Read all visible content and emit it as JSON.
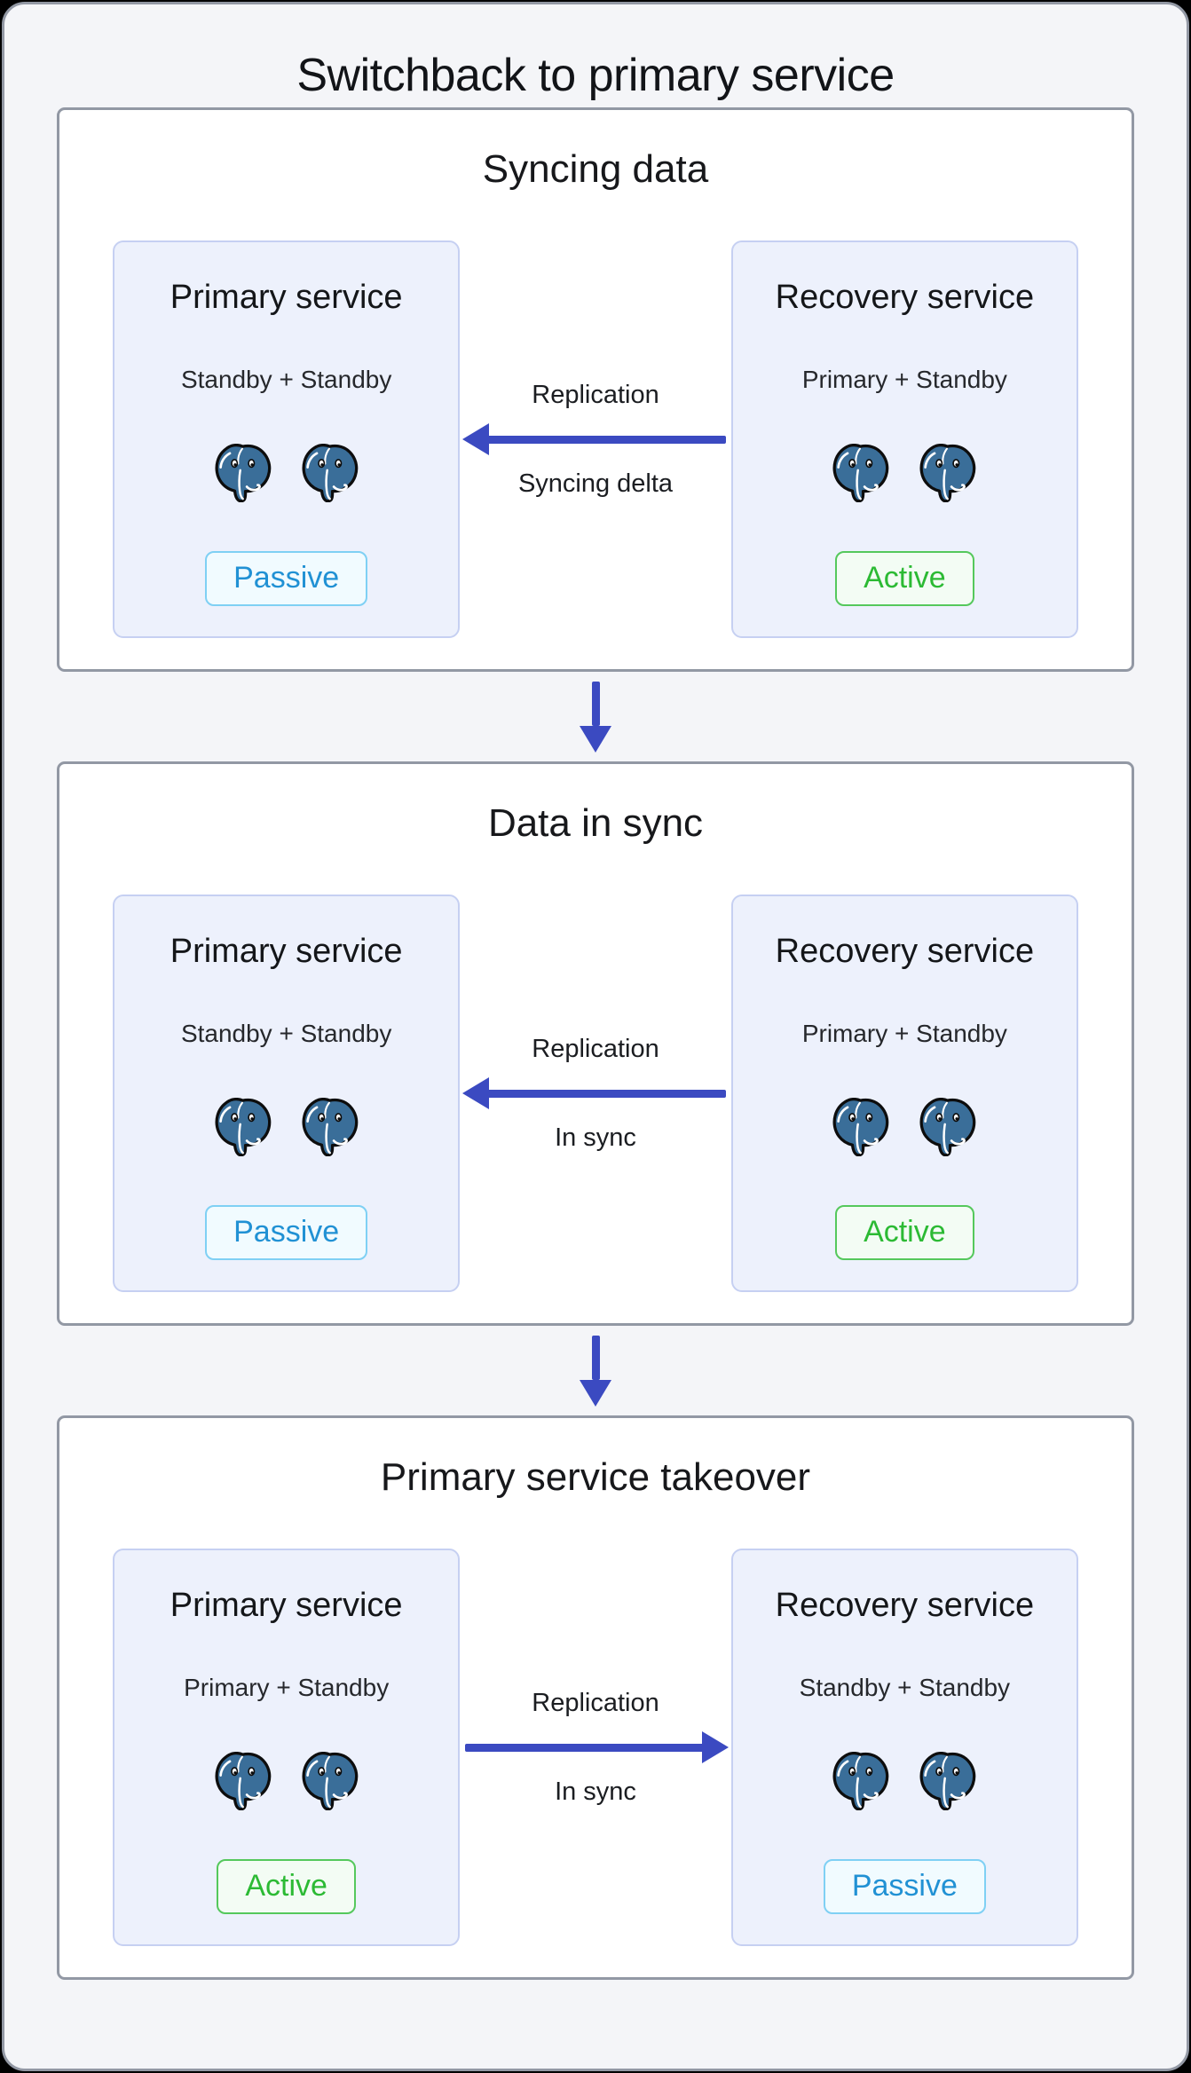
{
  "title": "Switchback to primary service",
  "colors": {
    "flow_arrow_blue": "#3b4ac1",
    "postgres_blue": "#3a6e99",
    "active_green": "#2cba34",
    "passive_blue": "#2191d4",
    "panel_border_gray": "#9298a4",
    "service_box_fill": "#edf1fc"
  },
  "panels": [
    {
      "title": "Syncing data",
      "left": {
        "title": "Primary service",
        "subtitle": "Standby + Standby",
        "badge": "Passive"
      },
      "arrow": {
        "top_label": "Replication",
        "bottom_label": "Syncing delta",
        "direction": "left"
      },
      "right": {
        "title": "Recovery service",
        "subtitle": "Primary + Standby",
        "badge": "Active"
      }
    },
    {
      "title": "Data in sync",
      "left": {
        "title": "Primary service",
        "subtitle": "Standby + Standby",
        "badge": "Passive"
      },
      "arrow": {
        "top_label": "Replication",
        "bottom_label": "In sync",
        "direction": "left"
      },
      "right": {
        "title": "Recovery service",
        "subtitle": "Primary + Standby",
        "badge": "Active"
      }
    },
    {
      "title": "Primary service takeover",
      "left": {
        "title": "Primary service",
        "subtitle": "Primary + Standby",
        "badge": "Active"
      },
      "arrow": {
        "top_label": "Replication",
        "bottom_label": "In sync",
        "direction": "right"
      },
      "right": {
        "title": "Recovery service",
        "subtitle": "Standby + Standby",
        "badge": "Passive"
      }
    }
  ]
}
